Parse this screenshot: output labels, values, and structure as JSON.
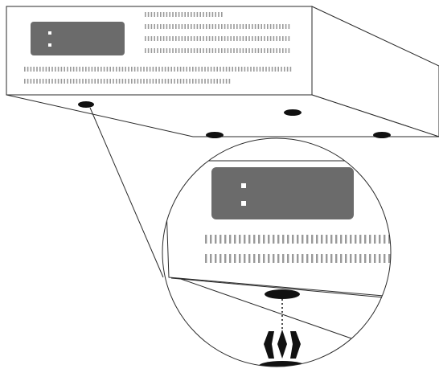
{
  "figure": {
    "subject": "device-feet-installation-detail",
    "colors": {
      "outline": "#2a2a2a",
      "panel": "#6b6b6b",
      "panel_dot": "#ffffff",
      "vent": "#9a9a9a",
      "foot": "#111111",
      "background": "#ffffff"
    },
    "feet_on_device": 4,
    "icons": [
      "device-body",
      "front-panel",
      "vent-slots",
      "rubber-foot",
      "magnifier-circle",
      "leader-line",
      "foot-insert"
    ]
  }
}
